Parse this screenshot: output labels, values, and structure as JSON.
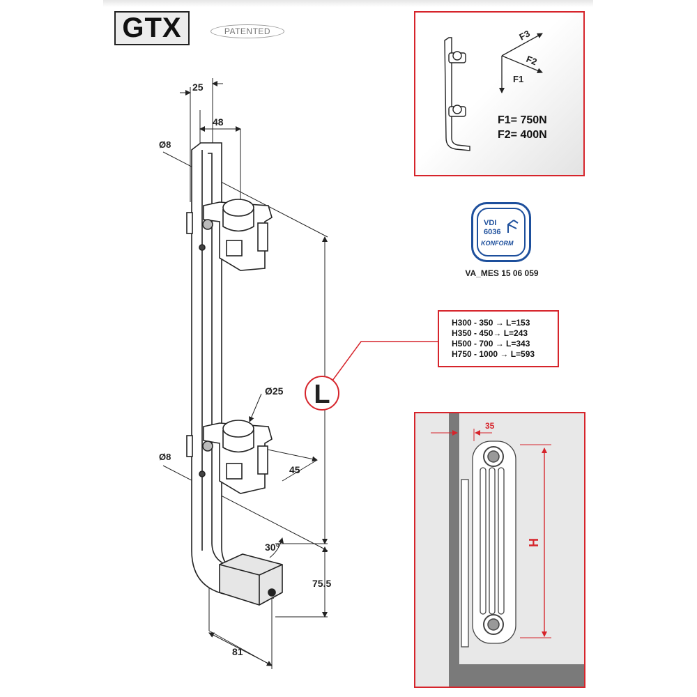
{
  "header": {
    "product_code": "GTX",
    "patent_label": "PATENTED"
  },
  "drawing": {
    "dim_top_width": "25",
    "dim_offset": "48",
    "dim_hole_top": "Ø8",
    "dim_clamp_diameter": "Ø25",
    "dim_hole_bottom": "Ø8",
    "dim_clamp_depth": "45",
    "dim_angle": "30°",
    "dim_foot_height": "75.5",
    "dim_foot_length": "81",
    "length_marker": "L"
  },
  "forces": {
    "label_f1": "F1",
    "label_f2": "F2",
    "label_f3": "F3",
    "f1_value": "F1= 750N",
    "f2_value": "F2= 400N"
  },
  "certification": {
    "vdi_line1": "VDI",
    "vdi_line2": "6036",
    "vdi_line3": "KONFORM",
    "reference": "VA_MES 15 06 059"
  },
  "length_table": {
    "rows": [
      "H300 - 350 → L=153",
      "H350 -  450→ L=243",
      "H500 - 700 → L=343",
      "H750 - 1000 → L=593"
    ]
  },
  "installation": {
    "wall_offset": "35",
    "height_label": "H"
  },
  "colors": {
    "accent_red": "#d6242b",
    "vdi_blue": "#1d4f9c",
    "line_dark": "#222222"
  }
}
